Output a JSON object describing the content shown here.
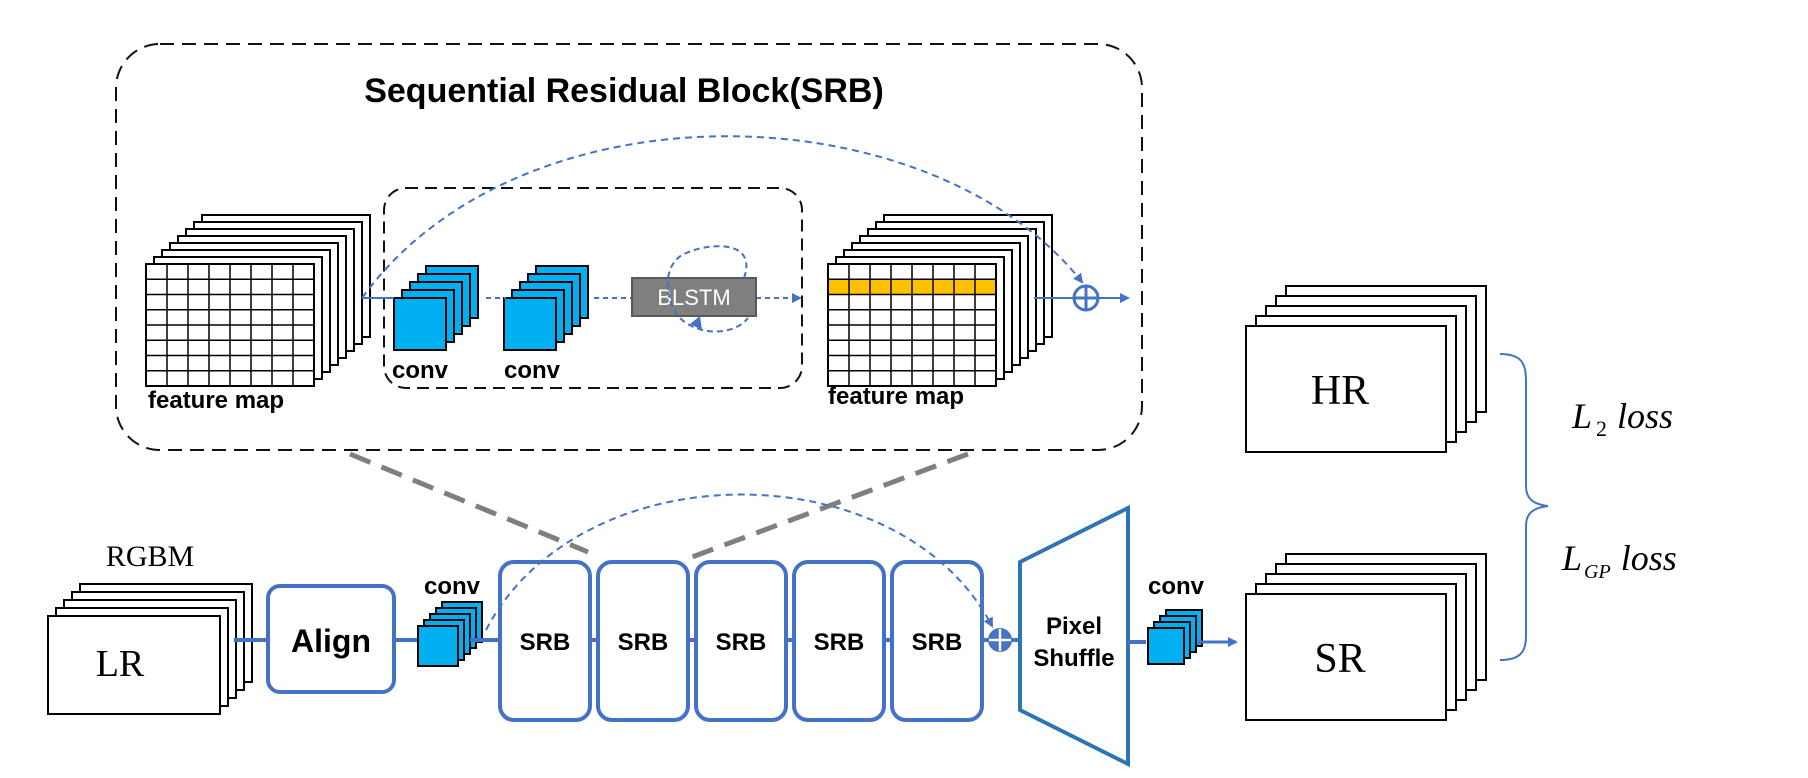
{
  "title": "Sequential Residual Block(SRB)",
  "srb_detail": {
    "feature_map_in": "feature map",
    "conv1": "conv",
    "conv2": "conv",
    "blstm": "BLSTM",
    "feature_map_out": "feature map"
  },
  "pipeline": {
    "input_top": "RGBM",
    "input": "LR",
    "align": "Align",
    "conv_in": "conv",
    "srb_blocks": [
      "SRB",
      "SRB",
      "SRB",
      "SRB",
      "SRB"
    ],
    "pixel_shuffle_line1": "Pixel",
    "pixel_shuffle_line2": "Shuffle",
    "conv_out": "conv",
    "output": "SR",
    "target": "HR"
  },
  "losses": {
    "l2": {
      "symbol": "L",
      "sub": "2",
      "word": "loss"
    },
    "lgp": {
      "symbol": "L",
      "sub": "GP",
      "word": "loss"
    }
  },
  "colors": {
    "blue_line": "#4472c4",
    "conv_fill": "#00b0f0",
    "highlight_row": "#ffc000",
    "blstm_fill": "#7f7f7f",
    "callout_gray": "#7f7f7f"
  }
}
